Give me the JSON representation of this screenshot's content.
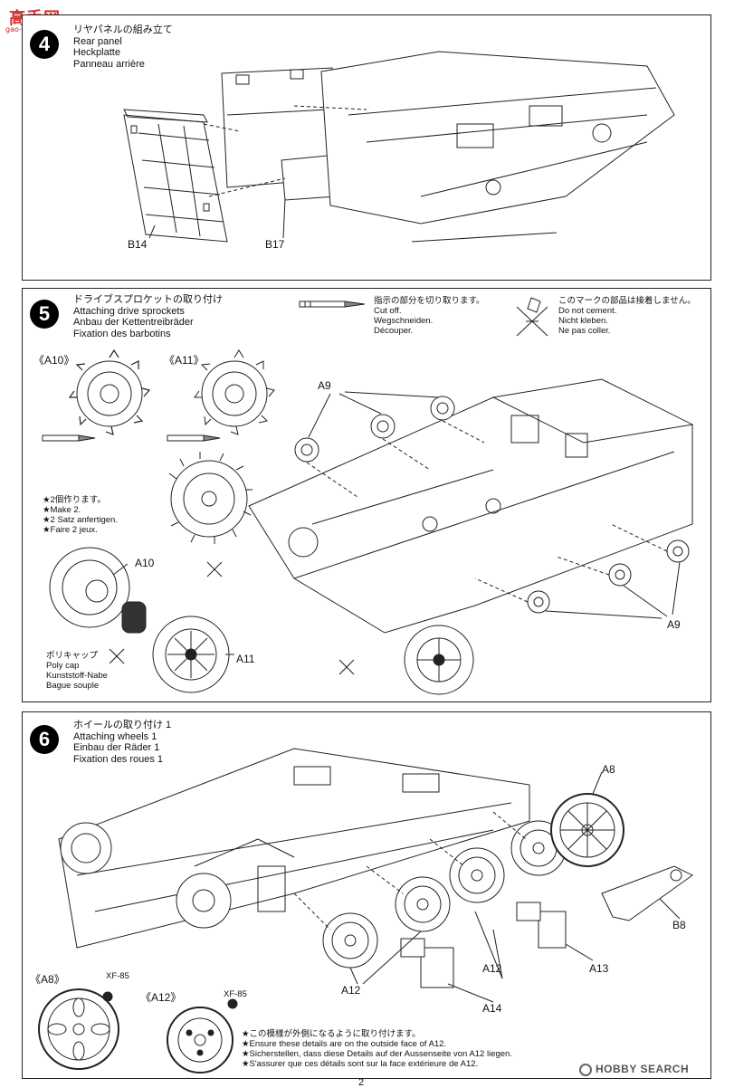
{
  "watermark": {
    "title": "高手网",
    "url": "gao-shou.com"
  },
  "steps": [
    {
      "number": "4",
      "title_ja": "リヤパネルの組み立て",
      "title_en": "Rear panel",
      "title_de": "Heckplatte",
      "title_fr": "Panneau arrière",
      "parts": [
        "B14",
        "B17"
      ]
    },
    {
      "number": "5",
      "title_ja": "ドライブスプロケットの取り付け",
      "title_en": "Attaching drive sprockets",
      "title_de": "Anbau der Kettentreibräder",
      "title_fr": "Fixation des barbotins",
      "cut_note": {
        "ja": "指示の部分を切り取ります。",
        "en": "Cut off.",
        "de": "Wegschneiden.",
        "fr": "Découper."
      },
      "nocement_note": {
        "ja": "このマークの部品は接着しません。",
        "en": "Do not cement.",
        "de": "Nicht kleben.",
        "fr": "Ne pas coller."
      },
      "variant_a10": "《A10》",
      "variant_a11": "《A11》",
      "make_note": {
        "ja": "★2個作ります。",
        "en": "★Make 2.",
        "de": "★2 Satz anfertigen.",
        "fr": "★Faire 2 jeux."
      },
      "polycap": {
        "ja": "ポリキャップ",
        "en": "Poly cap",
        "de": "Kunststoff-Nabe",
        "fr": "Bague souple"
      },
      "parts": [
        "A9",
        "A10",
        "A11",
        "A9"
      ]
    },
    {
      "number": "6",
      "title_ja": "ホイールの取り付け 1",
      "title_en": "Attaching wheels 1",
      "title_de": "Einbau der Räder 1",
      "title_fr": "Fixation des roues 1",
      "parts": [
        "A8",
        "B8",
        "A13",
        "A12",
        "A12",
        "A14"
      ],
      "variant_a8": "《A8》",
      "variant_a12": "《A12》",
      "paint": [
        "XF-85",
        "XF-85"
      ],
      "detail_note": {
        "ja": "★この模様が外側になるように取り付けます。",
        "en": "★Ensure these details are on the outside face of A12.",
        "de": "★Sicherstellen, dass diese Details auf der Aussenseite von A12 liegen.",
        "fr": "★S'assurer que ces détails sont sur la face extérieure de A12."
      }
    }
  ],
  "footer": {
    "page": "2",
    "brand": "HOBBY SEARCH"
  }
}
